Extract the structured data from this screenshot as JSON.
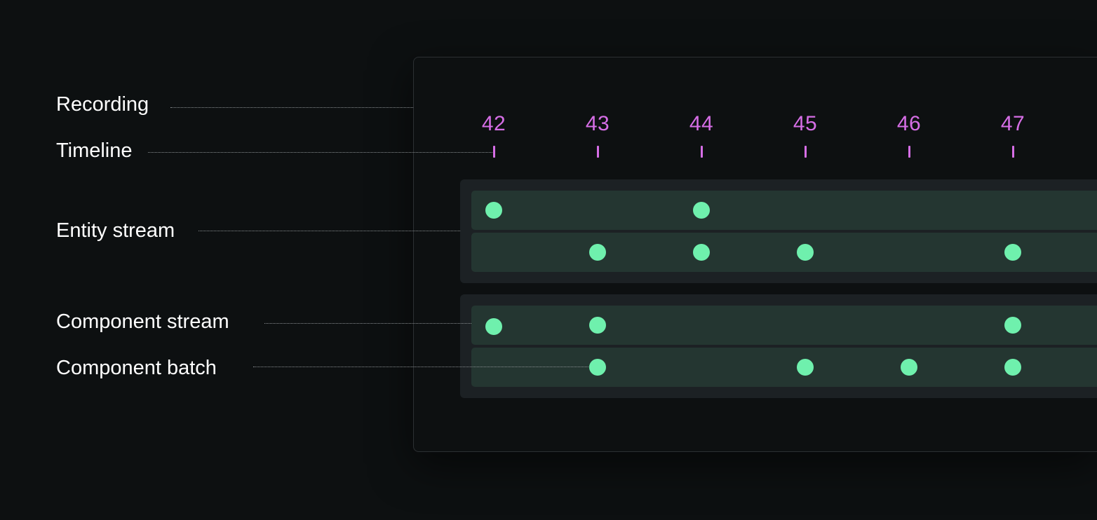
{
  "labels": {
    "recording": "Recording",
    "timeline": "Timeline",
    "entity_stream": "Entity stream",
    "component_stream": "Component stream",
    "component_batch": "Component batch"
  },
  "timeline": {
    "ticks": [
      "42",
      "43",
      "44",
      "45",
      "46",
      "47"
    ]
  },
  "tracks": [
    {
      "group": "entity",
      "events": [
        "42",
        "44"
      ]
    },
    {
      "group": "entity",
      "events": [
        "43",
        "44",
        "45",
        "47"
      ]
    },
    {
      "group": "component",
      "events": [
        "42",
        "43",
        "47"
      ]
    },
    {
      "group": "component",
      "events": [
        "43",
        "45",
        "46",
        "47"
      ]
    }
  ],
  "colors": {
    "background": "#0d1011",
    "frame_border": "#2c3033",
    "group_panel": "#1c2124",
    "track": "#243631",
    "tick_accent": "#d66ee6",
    "event_dot": "#6ff0ad",
    "label_text": "#ffffff",
    "leader_line": "#8a8f92"
  }
}
